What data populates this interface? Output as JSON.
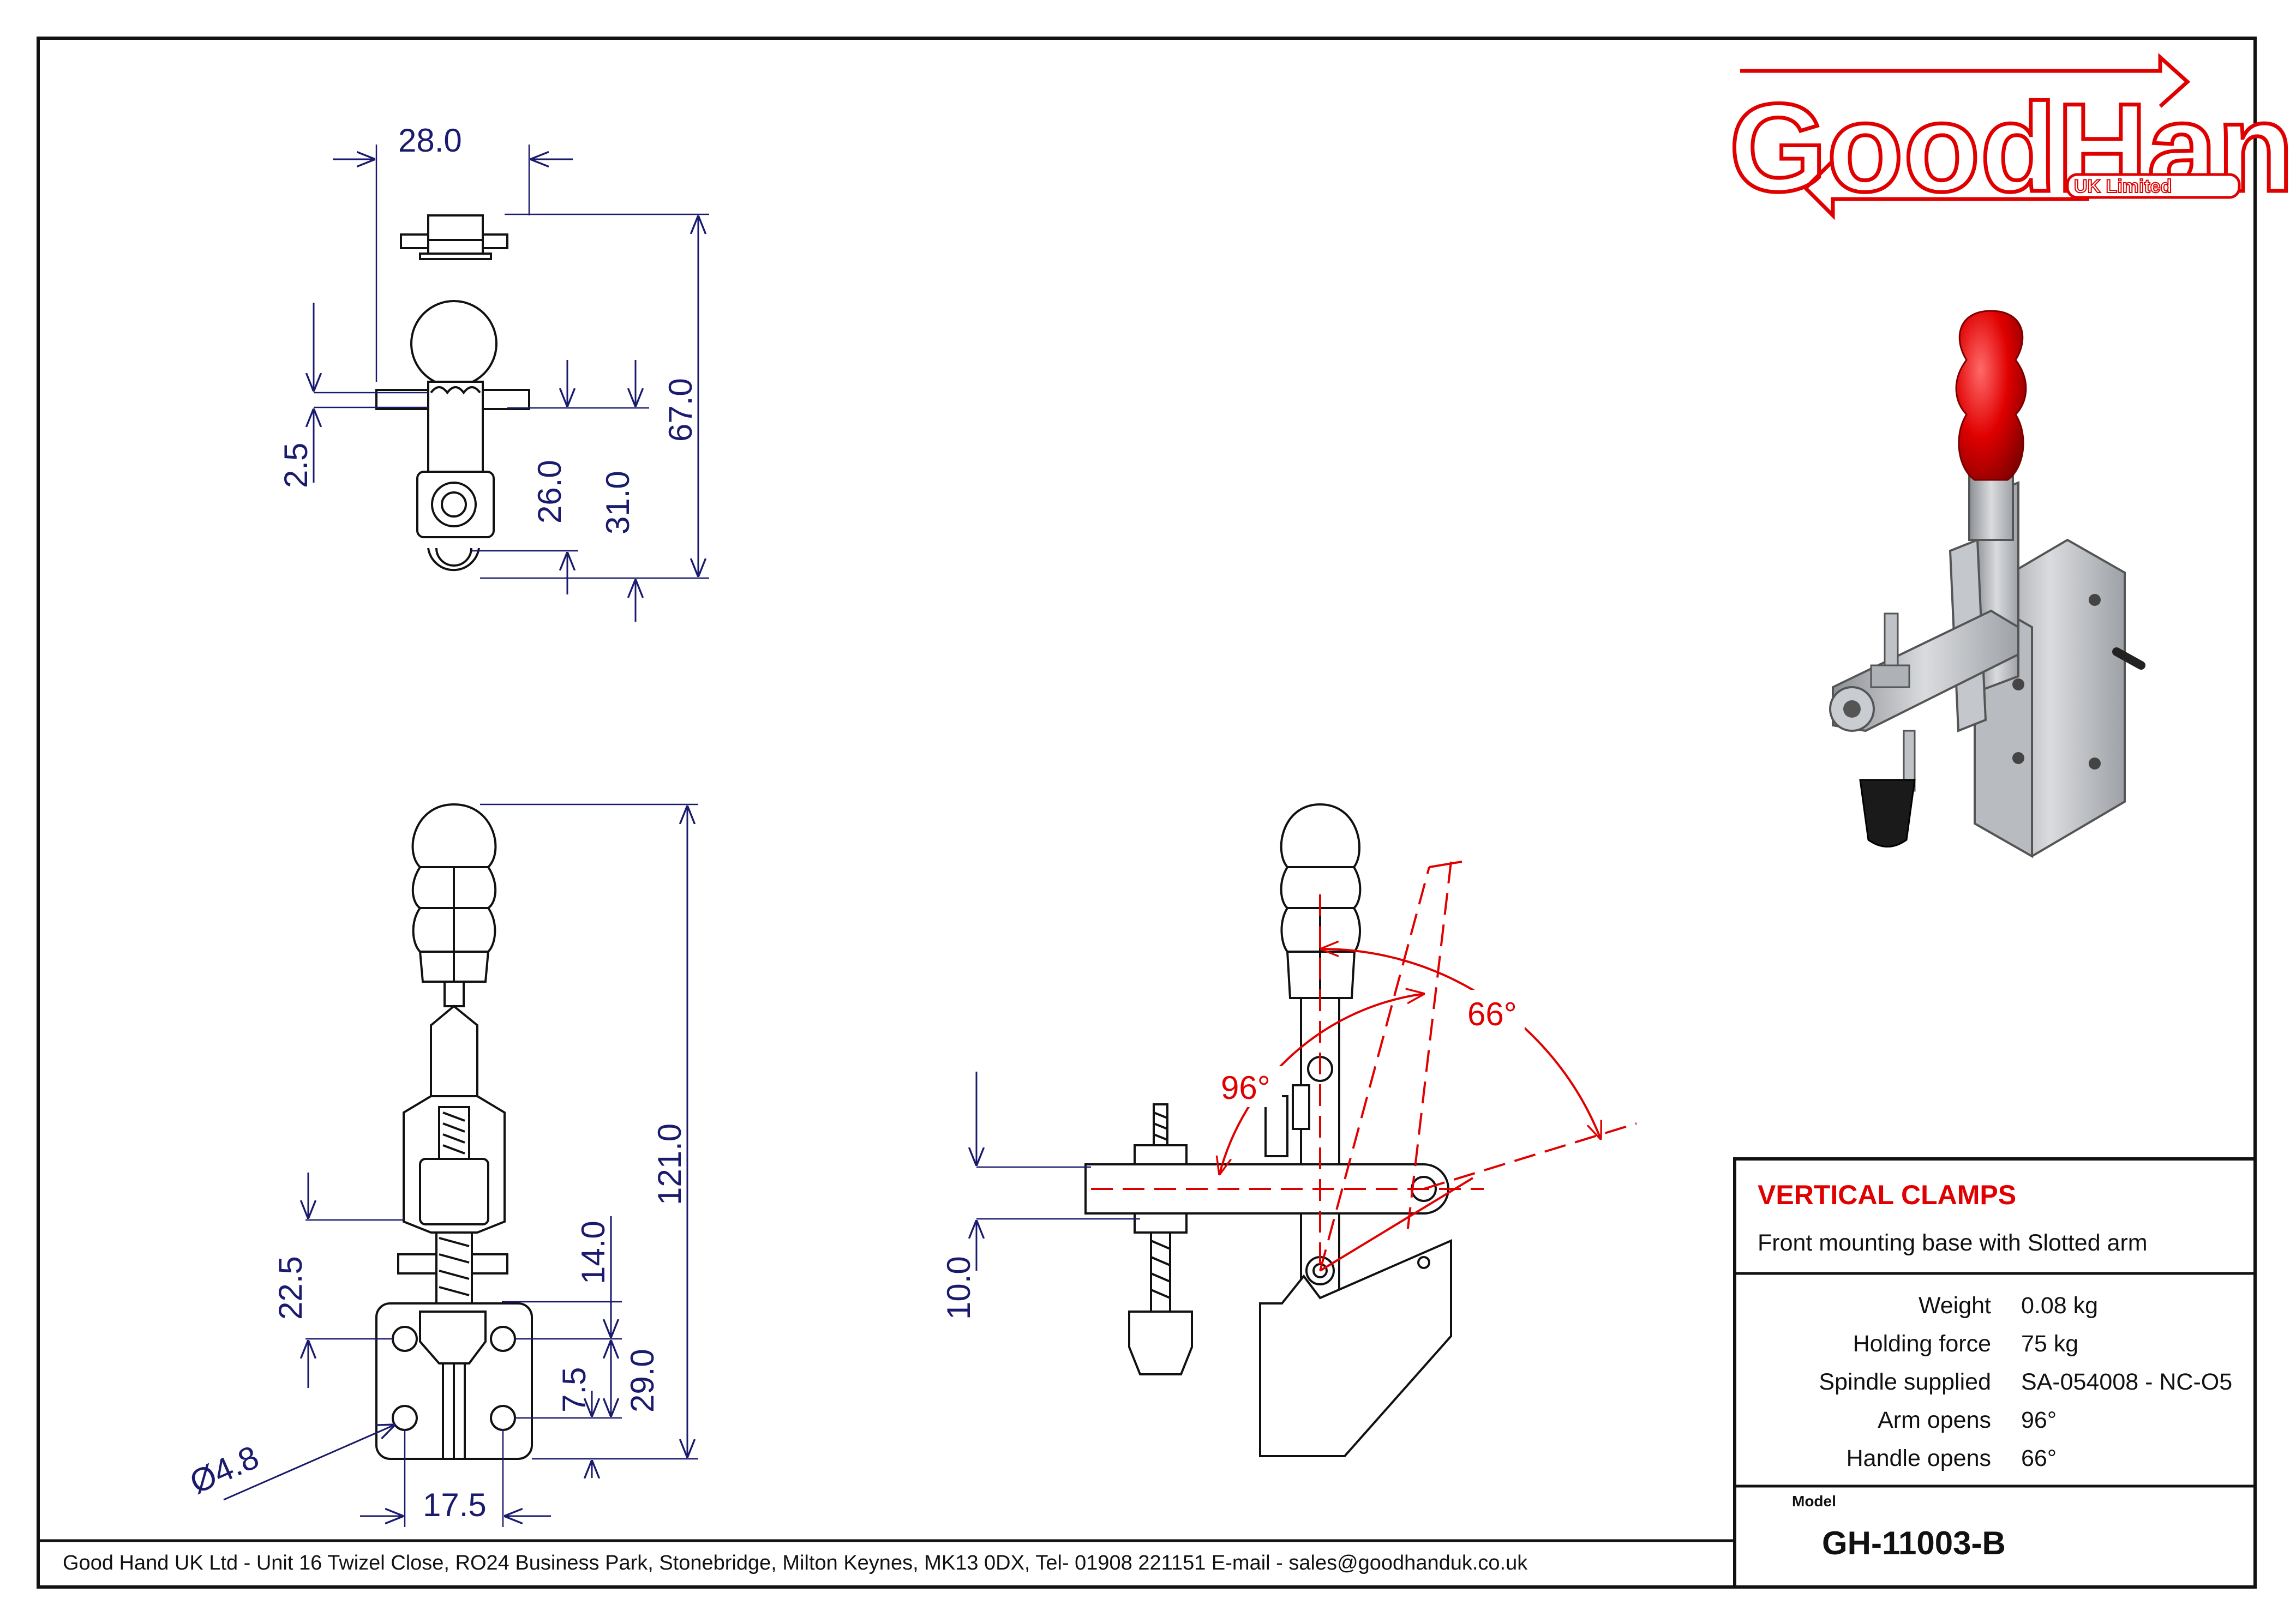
{
  "brand": {
    "logo_text": "GoodHand",
    "logo_subtitle": "UK Limited"
  },
  "title_block": {
    "title": "VERTICAL CLAMPS",
    "subtitle": "Front mounting  base with Slotted arm",
    "specs": [
      {
        "label": "Weight",
        "value": "0.08 kg"
      },
      {
        "label": "Holding force",
        "value": "75 kg"
      },
      {
        "label": "Spindle supplied",
        "value": "SA-054008 - NC-O5"
      },
      {
        "label": "Arm opens",
        "value": "96°"
      },
      {
        "label": "Handle opens",
        "value": "66°"
      }
    ],
    "model_label": "Model",
    "model_value": "GH-11003-B"
  },
  "footer": {
    "address": "Good Hand UK Ltd  - Unit 16 Twizel Close, RO24 Business Park, Stonebridge, Milton Keynes, MK13 0DX,  Tel- 01908 221151  E-mail - sales@goodhanduk.co.uk"
  },
  "dimensions": {
    "top_width": "28.0",
    "top_height": "67.0",
    "top_offset": "2.5",
    "top_26": "26.0",
    "top_31": "31.0",
    "front_height": "121.0",
    "front_22_5": "22.5",
    "front_14": "14.0",
    "front_29": "29.0",
    "front_7_5": "7.5",
    "front_hole": "Ø4.8",
    "front_17_5": "17.5",
    "side_10": "10.0",
    "side_arm_angle": "96°",
    "side_handle_angle": "66°"
  },
  "colors": {
    "accent": "#e00000",
    "dimension": "#1a1a6e",
    "outline": "#111111"
  }
}
